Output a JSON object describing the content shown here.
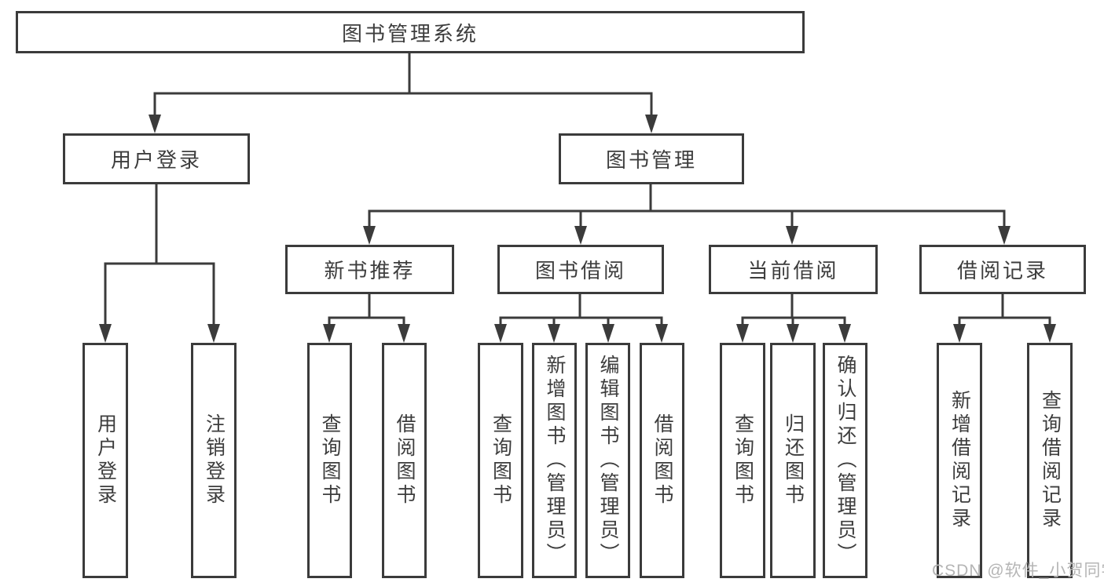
{
  "tree": {
    "root": {
      "label": "图书管理系统"
    },
    "branches": [
      {
        "label": "用户登录",
        "children": [
          {
            "label": "用户登录"
          },
          {
            "label": "注销登录"
          }
        ]
      },
      {
        "label": "图书管理",
        "children": [
          {
            "label": "新书推荐",
            "children": [
              {
                "label": "查询图书"
              },
              {
                "label": "借阅图书"
              }
            ]
          },
          {
            "label": "图书借阅",
            "children": [
              {
                "label": "查询图书"
              },
              {
                "label": "新增图书（管理员）"
              },
              {
                "label": "编辑图书（管理员）"
              },
              {
                "label": "借阅图书"
              }
            ]
          },
          {
            "label": "当前借阅",
            "children": [
              {
                "label": "查询图书"
              },
              {
                "label": "归还图书"
              },
              {
                "label": "确认归还（管理员）"
              }
            ]
          },
          {
            "label": "借阅记录",
            "children": [
              {
                "label": "新增借阅记录"
              },
              {
                "label": "查询借阅记录"
              }
            ]
          }
        ]
      }
    ]
  },
  "watermark": "CSDN @软件_小贺同学",
  "colors": {
    "line": "#3b3b3b",
    "text": "#3d3d3d",
    "watermark": "#b5b5b5",
    "background": "#ffffff"
  }
}
